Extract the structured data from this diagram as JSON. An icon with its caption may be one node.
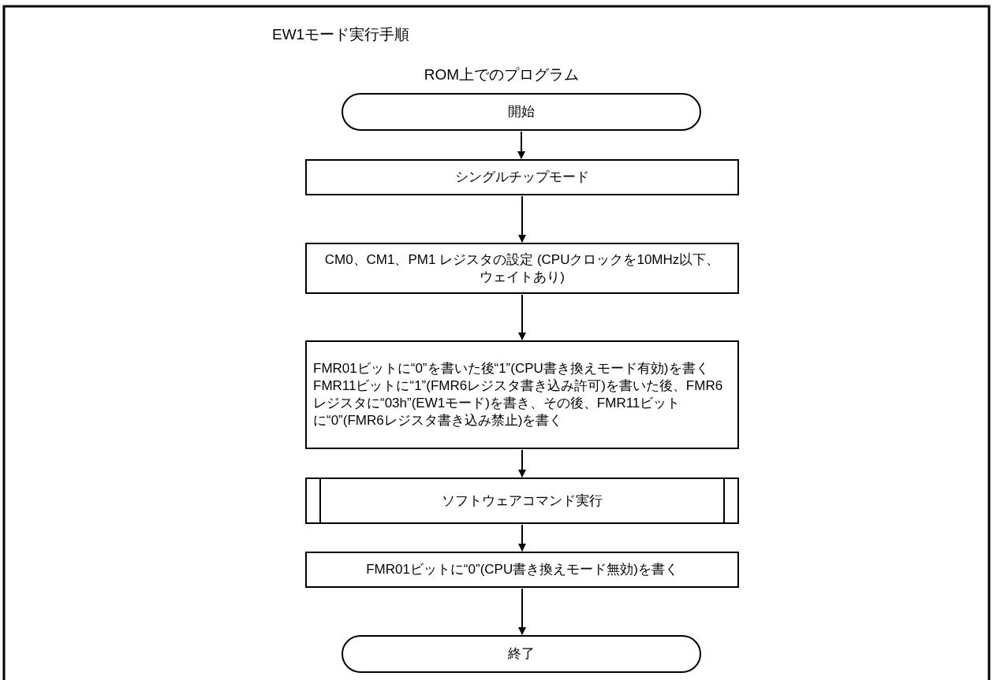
{
  "diagram": {
    "title": "EW1モード実行手順",
    "nodes": [
      {
        "text": [
          "開始"
        ]
      },
      {
        "text": [
          "シングルチップモード"
        ]
      },
      {
        "text": [
          "CM0、CM1、PM1 レジスタの設定 (CPUクロックを10MHz以下、ウェイトあり)"
        ]
      },
      {
        "text": [
          "FMR01ビットに“0”を書いた後“1”(CPU書き換えモード有効)を書く",
          "FMR11ビットに“1”(FMR6レジスタ書き込み許可)を書いた後、FMR6レジスタに“03h”(EW1モード)を書き、その後、FMR11ビットに“0”(FMR6レジスタ書き込み禁止)を書く"
        ]
      },
      {
        "text": [
          "ソフトウェアコマンド実行"
        ]
      },
      {
        "text": [
          "FMR01ビットに“0”(CPU書き換えモード無効)を書く"
        ]
      },
      {
        "text": [
          "終了"
        ]
      }
    ],
    "edges": [
      {
        "from": 0,
        "to": 1,
        "arrow": "to"
      },
      {
        "from": 1,
        "to": 2,
        "arrow": "to"
      },
      {
        "from": 2,
        "to": 3,
        "arrow": "to"
      },
      {
        "from": 3,
        "to": 4,
        "arrow": "to"
      },
      {
        "from": 4,
        "to": 5,
        "arrow": "to"
      },
      {
        "from": 5,
        "to": 6,
        "arrow": "to"
      }
    ],
    "labels": [
      "ROM上でのプログラム"
    ]
  }
}
